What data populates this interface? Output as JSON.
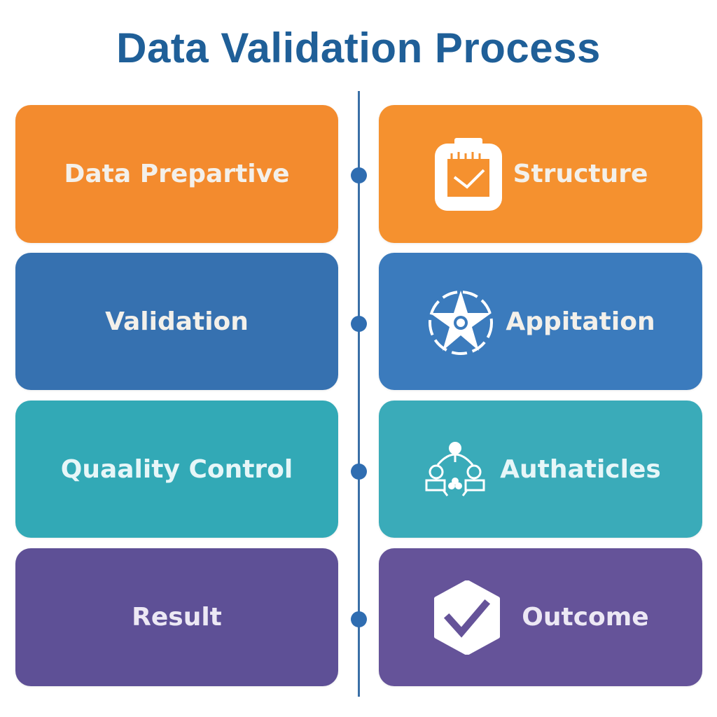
{
  "title": "Data Validation Process",
  "colors": {
    "title": "#1f5f98",
    "spine": "#3a6fa6",
    "dot": "#2f6db1",
    "row1": "#f38b2e",
    "row2": "#3671b0",
    "row3": "#32a9b6",
    "row4": "#5e5096"
  },
  "rows": [
    {
      "left": {
        "label": "Data Prepartive"
      },
      "right": {
        "label": "Structure",
        "icon": "clipboard-check-icon"
      }
    },
    {
      "left": {
        "label": "Validation"
      },
      "right": {
        "label": "Appitation",
        "icon": "star-network-icon"
      }
    },
    {
      "left": {
        "label": "Quaality Control"
      },
      "right": {
        "label": "Authaticles",
        "icon": "people-network-icon"
      }
    },
    {
      "left": {
        "label": "Result"
      },
      "right": {
        "label": "Outcome",
        "icon": "hexagon-check-icon"
      }
    }
  ]
}
